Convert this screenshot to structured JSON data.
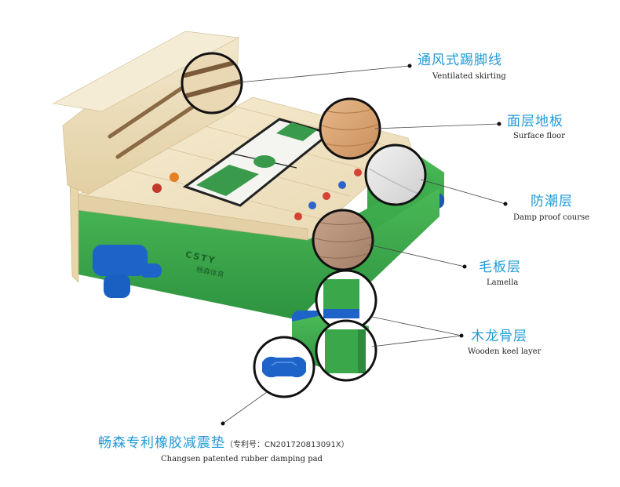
{
  "layers": [
    {
      "id": "skirting",
      "name_cn": "通风式踢脚线",
      "name_en": "Ventilated skirting"
    },
    {
      "id": "surface",
      "name_cn": "面层地板",
      "name_en": "Surface floor"
    },
    {
      "id": "damp",
      "name_cn": "防潮层",
      "name_en": "Damp proof course"
    },
    {
      "id": "lamella",
      "name_cn": "毛板层",
      "name_en": "Lamella"
    },
    {
      "id": "keel",
      "name_cn": "木龙骨层",
      "name_en": "Wooden keel layer"
    },
    {
      "id": "pad",
      "name_cn": "畅森专利橡胶减震垫",
      "name_en": "Changsen patented rubber damping pad",
      "patent": "（专利号：CN201720813091X）"
    }
  ],
  "brand": {
    "logo_text": "CSTY",
    "brand_cn": "畅森体育"
  },
  "colors": {
    "label_accent": "#1f9ad6",
    "keel_green": "#3aa84a",
    "pad_blue": "#1e63c8",
    "wood_light": "#efe3c4"
  }
}
